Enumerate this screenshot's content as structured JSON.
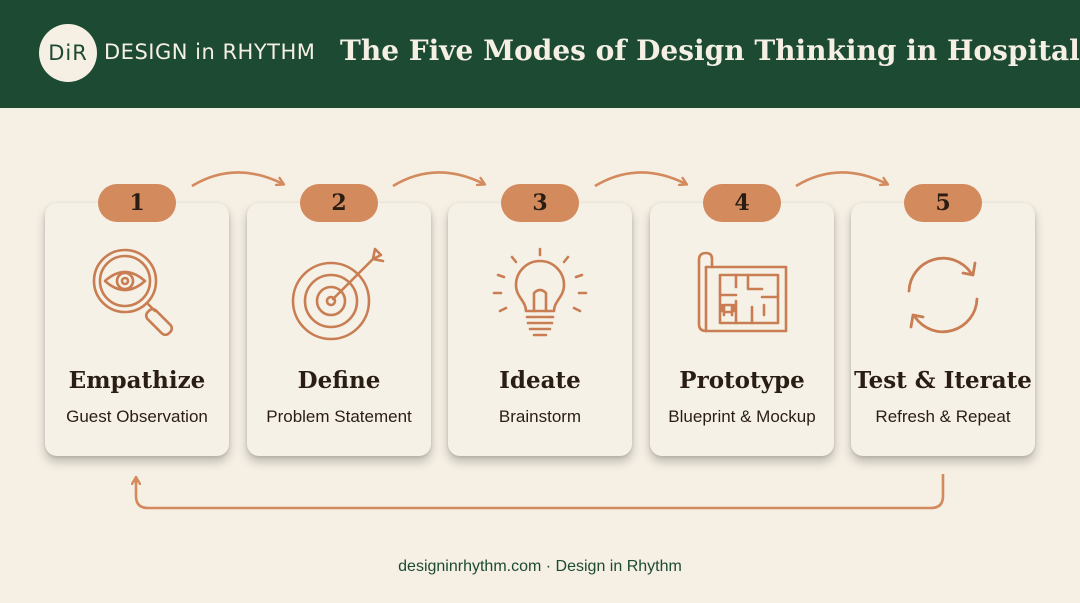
{
  "header": {
    "logo_mark": "DiR",
    "logo_text": "DESIGN in RHYTHM",
    "title": "The Five Modes of Design Thinking in Hospitality"
  },
  "colors": {
    "header_bg": "#1c4a33",
    "accent": "#d38a5d",
    "background": "#f5efe4"
  },
  "steps": [
    {
      "number": "1",
      "title": "Empathize",
      "subtitle": "Guest Observation",
      "icon": "magnifier-eye-icon"
    },
    {
      "number": "2",
      "title": "Define",
      "subtitle": "Problem Statement",
      "icon": "target-arrow-icon"
    },
    {
      "number": "3",
      "title": "Ideate",
      "subtitle": "Brainstorm",
      "icon": "lightbulb-icon"
    },
    {
      "number": "4",
      "title": "Prototype",
      "subtitle": "Blueprint & Mockup",
      "icon": "blueprint-icon"
    },
    {
      "number": "5",
      "title": "Test & Iterate",
      "subtitle": "Refresh & Repeat",
      "icon": "refresh-icon"
    }
  ],
  "footer": {
    "text": "designinrhythm.com · Design in Rhythm"
  }
}
